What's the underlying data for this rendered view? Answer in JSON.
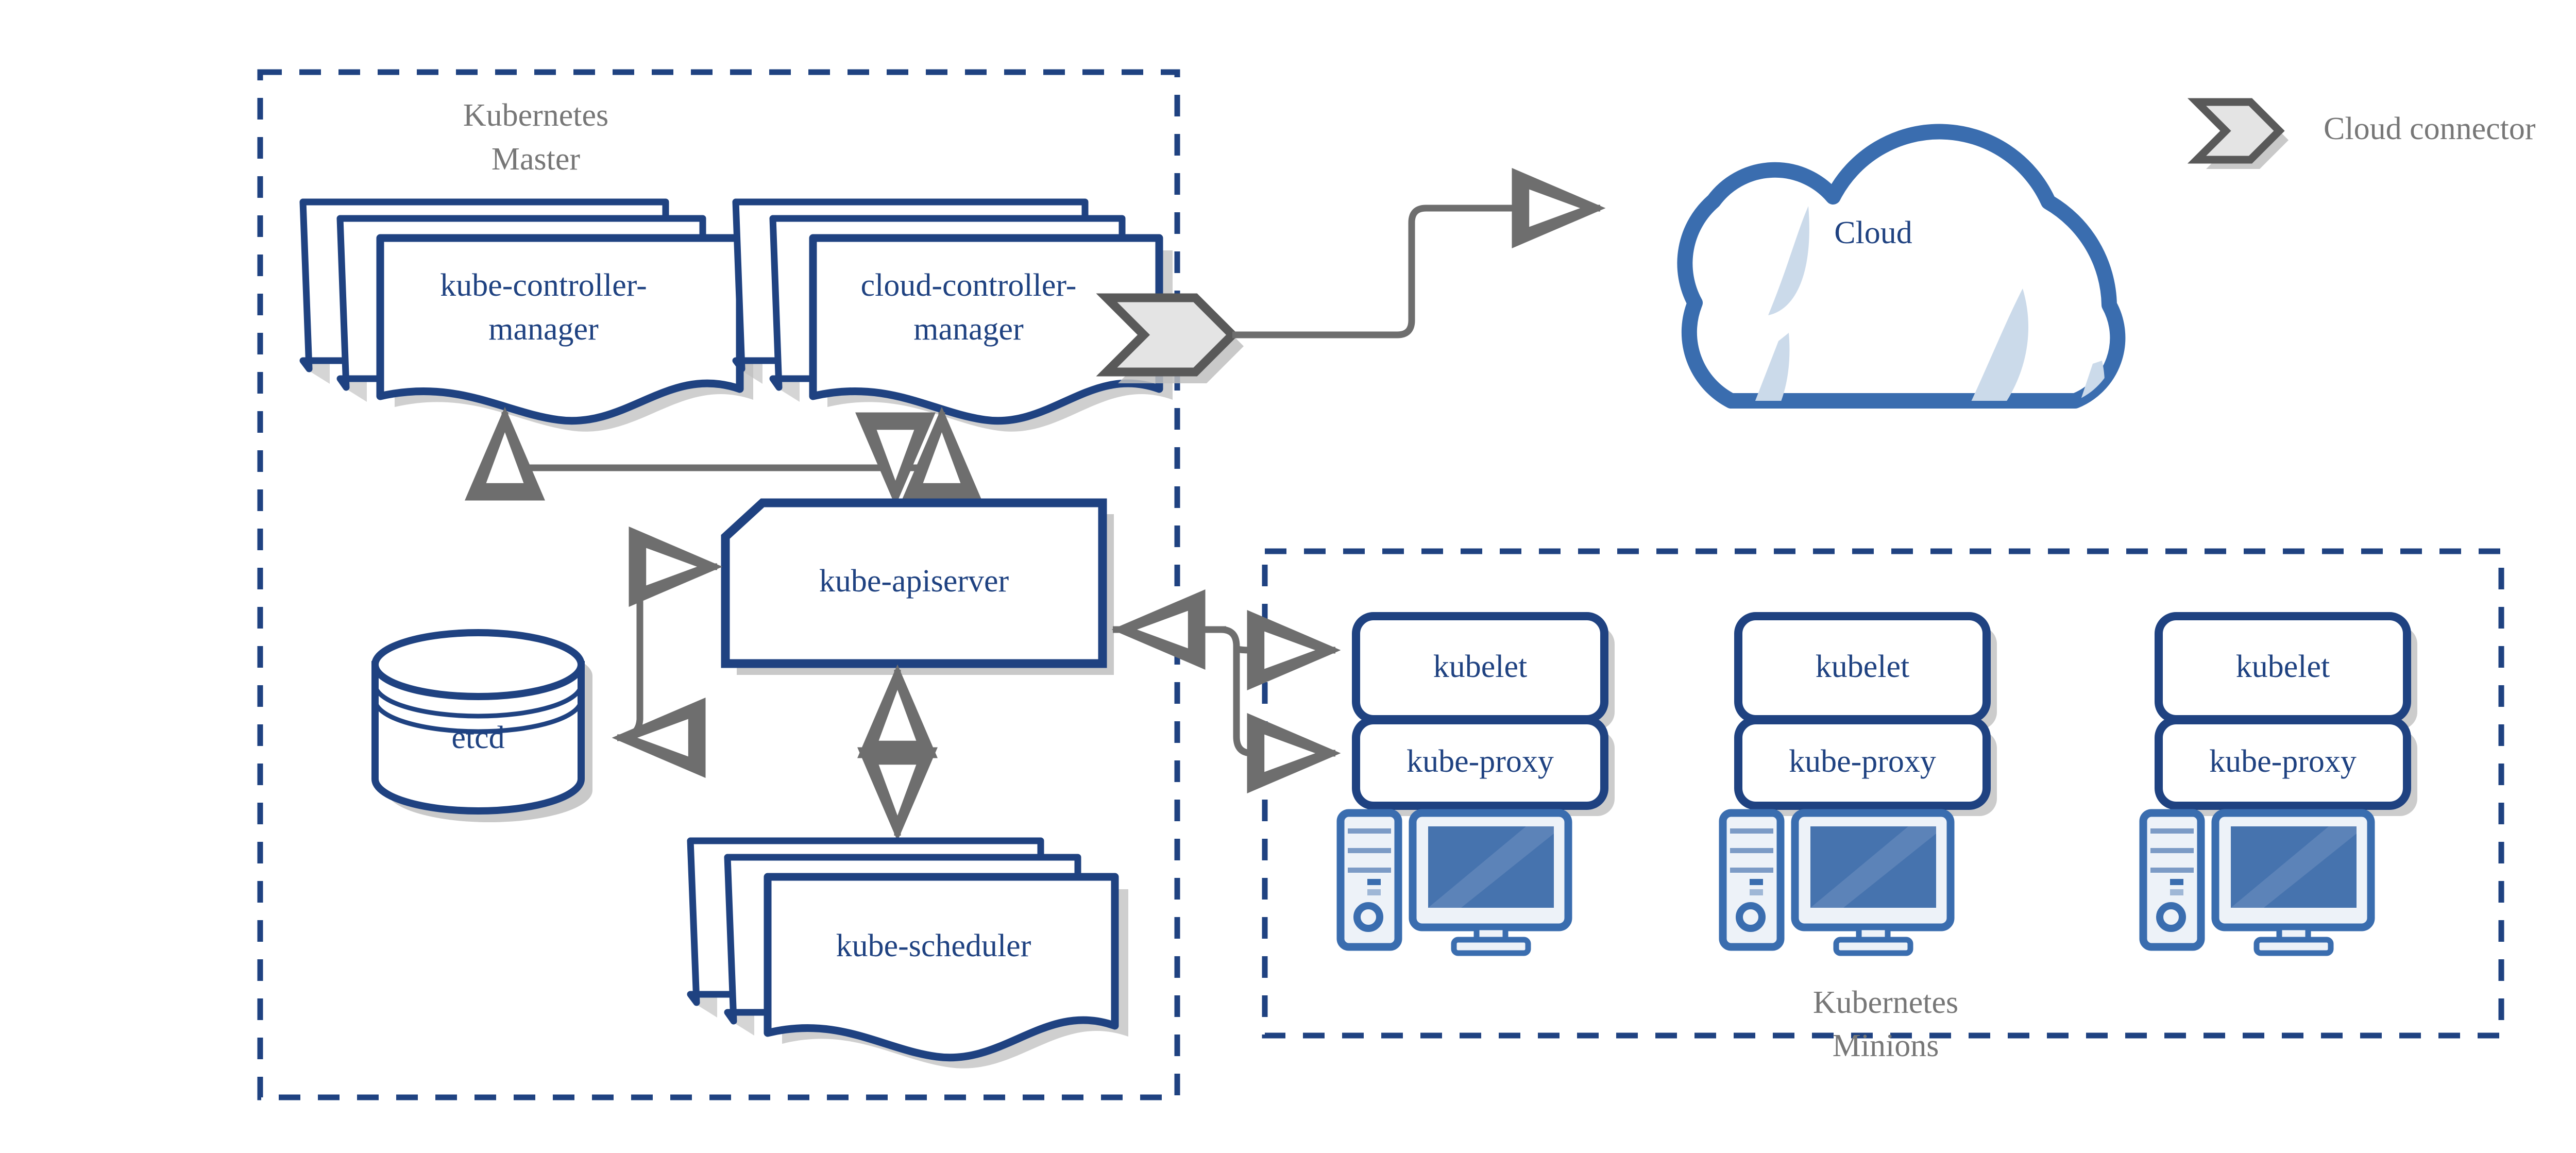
{
  "diagram": {
    "title_semantic": "kubernetes-architecture-diagram",
    "colors": {
      "blue_stroke": "#1F4281",
      "blue_cloud": "#3A6DAF",
      "blue_fill_screen": "#4673AE",
      "blue_light": "#CBDAEA",
      "gray_arrow": "#6E6E6E",
      "gray_shadow": "#BFBFBF",
      "gray_text": "#777777",
      "connector_fill": "#E4E4E4",
      "connector_stroke": "#595959",
      "pc_light": "#EDF2F8",
      "pc_mid": "#7C9BC6"
    }
  },
  "groups": {
    "master": {
      "label_line1": "Kubernetes",
      "label_line2": "Master"
    },
    "minions": {
      "label_line1": "Kubernetes",
      "label_line2": "Minions"
    }
  },
  "master_nodes": {
    "kube_controller_manager": {
      "label_line1": "kube-controller-",
      "label_line2": "manager"
    },
    "cloud_controller_manager": {
      "label_line1": "cloud-controller-",
      "label_line2": "manager"
    },
    "kube_apiserver": {
      "label": "kube-apiserver"
    },
    "etcd": {
      "label": "etcd"
    },
    "kube_scheduler": {
      "label": "kube-scheduler"
    }
  },
  "cloud": {
    "label": "Cloud"
  },
  "legend": {
    "cloud_connector": {
      "label": "Cloud connector"
    }
  },
  "minion_nodes": [
    {
      "kubelet": "kubelet",
      "kube_proxy": "kube-proxy"
    },
    {
      "kubelet": "kubelet",
      "kube_proxy": "kube-proxy"
    },
    {
      "kubelet": "kubelet",
      "kube_proxy": "kube-proxy"
    }
  ]
}
